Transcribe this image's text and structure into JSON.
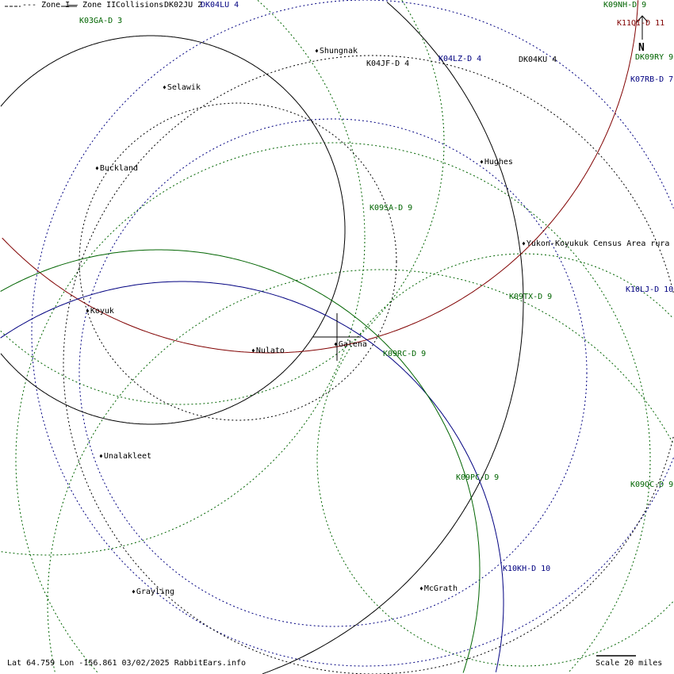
{
  "legend": {
    "zone1": "--- Zone I",
    "zone2": "—— Zone II",
    "collisions": "Collisions"
  },
  "stations": [
    {
      "label": "DK02JU 2",
      "color": "#000000"
    },
    {
      "label": "DK04LU 4",
      "color": "#000080"
    },
    {
      "label": "K03GA-D 3",
      "color": "#006400"
    },
    {
      "label": "K09NH-D 9",
      "color": "#006400"
    },
    {
      "label": "K11QI-D 11",
      "color": "#800000"
    },
    {
      "label": "DK09RY 9",
      "color": "#006400"
    },
    {
      "label": "K07RB-D 7",
      "color": "#000080"
    },
    {
      "label": "K04JF-D 4",
      "color": "#000000"
    },
    {
      "label": "K04LZ-D 4",
      "color": "#000080"
    },
    {
      "label": "DK04KU 4",
      "color": "#000000"
    },
    {
      "label": "K09SA-D 9",
      "color": "#006400"
    },
    {
      "label": "K10LJ-D 10",
      "color": "#000080"
    },
    {
      "label": "K09TX-D 9",
      "color": "#006400"
    },
    {
      "label": "K09RC-D 9",
      "color": "#006400"
    },
    {
      "label": "K09PC-D 9",
      "color": "#006400"
    },
    {
      "label": "K09QC-D 9",
      "color": "#006400"
    },
    {
      "label": "K10KH-D 10",
      "color": "#000080"
    }
  ],
  "cities": [
    "Shungnak",
    "Selawik",
    "Buckland",
    "Hughes",
    "Yukon-Koyukuk Census Area rura",
    "Koyuk",
    "Nulato",
    "Galena",
    "Unalakleet",
    "Grayling",
    "McGrath"
  ],
  "north": "N",
  "footer": {
    "info": "Lat 64.759 Lon -156.861 03/02/2025 RabbitEars.info",
    "scale": "Scale 20 miles"
  }
}
